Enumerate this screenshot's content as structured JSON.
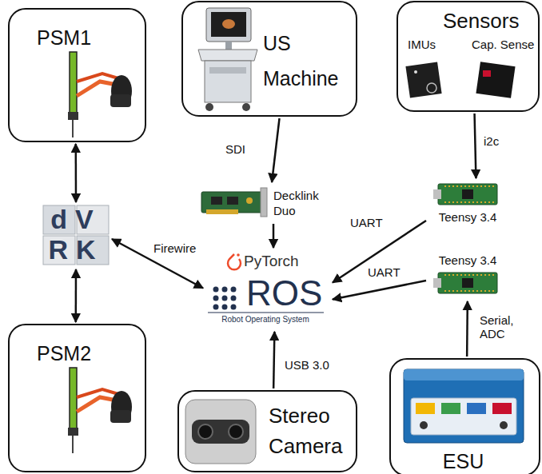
{
  "diagram": {
    "nodes": [
      {
        "text": [
          "PSM1"
        ]
      },
      {
        "text": [
          "US Machine"
        ]
      },
      {
        "text": [
          "Sensors",
          "IMUs",
          "Cap. Sense"
        ]
      },
      {
        "text": [
          "Decklink Duo"
        ]
      },
      {
        "text": [
          "Teensy 3.4"
        ]
      },
      {
        "text": [
          "dVRK"
        ]
      },
      {
        "text": [
          "PyTorch"
        ]
      },
      {
        "text": [
          "ROS",
          "Robot Operating System"
        ]
      },
      {
        "text": [
          "Teensy 3.4"
        ]
      },
      {
        "text": [
          "PSM2"
        ]
      },
      {
        "text": [
          "Stereo Camera"
        ]
      },
      {
        "text": [
          "ESU"
        ]
      }
    ],
    "edges": [
      {
        "from": 0,
        "to": 5,
        "arrow": "both"
      },
      {
        "from": 5,
        "to": 9,
        "arrow": "both"
      },
      {
        "from": 5,
        "to": 7,
        "label": "Firewire",
        "arrow": "both"
      },
      {
        "from": 1,
        "to": 3,
        "label": "SDI",
        "arrow": "to"
      },
      {
        "from": 3,
        "to": 6,
        "arrow": "to"
      },
      {
        "from": 2,
        "to": 4,
        "label": "i2c",
        "arrow": "to"
      },
      {
        "from": 4,
        "to": 7,
        "label": "UART",
        "arrow": "to"
      },
      {
        "from": 8,
        "to": 7,
        "label": "UART",
        "arrow": "to"
      },
      {
        "from": 11,
        "to": 8,
        "label": "Serial, ADC",
        "arrow": "to"
      },
      {
        "from": 10,
        "to": 7,
        "label": "USB 3.0",
        "arrow": "to"
      }
    ]
  }
}
